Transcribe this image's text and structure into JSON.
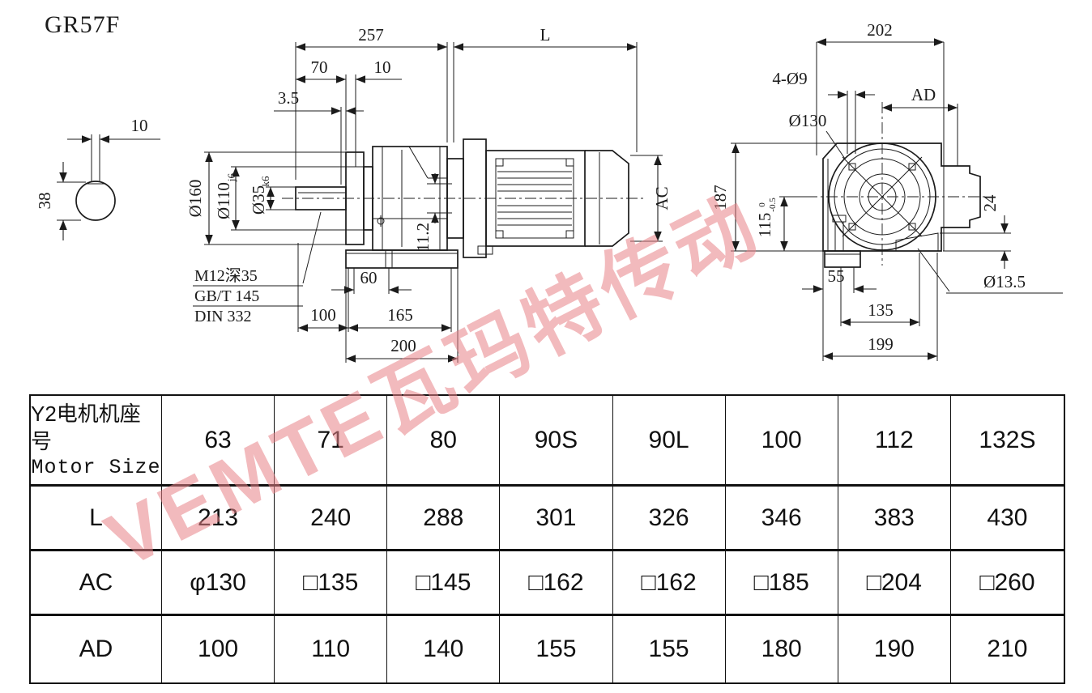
{
  "title": "GR57F",
  "watermark": "VEMTE瓦玛特传动",
  "shaft_section": {
    "dim_width": "10",
    "dim_height": "38"
  },
  "side_view": {
    "dim_total": "257",
    "dim_motor": "L",
    "dim_70": "70",
    "dim_10": "10",
    "dim_35": "3.5",
    "dia_flange": "Ø160",
    "dia_spigot": "Ø110",
    "dia_spigot_fit": "j6",
    "dia_shaft": "Ø35",
    "dia_shaft_fit": "k6",
    "note_1": "M12深35",
    "note_2": "GB/T 145",
    "note_3": "DIN 332",
    "dim_60": "60",
    "dim_100": "100",
    "dim_165": "165",
    "dim_200": "200",
    "dim_112": "11.2",
    "dim_ac": "AC"
  },
  "front_view": {
    "dim_202": "202",
    "dim_holes": "4-Ø9",
    "dim_ad": "AD",
    "dia_130": "Ø130",
    "dim_187": "187",
    "dim_115": "115",
    "tol_up": "0",
    "tol_low": "-0.5",
    "dim_24": "24",
    "dim_55": "55",
    "dia_13_5": "Ø13.5",
    "dim_135": "135",
    "dim_199": "199"
  },
  "table": {
    "header": {
      "label_cn": "Y2电机机座号",
      "label_en": "Motor Size",
      "sizes": [
        "63",
        "71",
        "80",
        "90S",
        "90L",
        "100",
        "112",
        "132S"
      ]
    },
    "rows": [
      {
        "label": "L",
        "values": [
          "213",
          "240",
          "288",
          "301",
          "326",
          "346",
          "383",
          "430"
        ]
      },
      {
        "label": "AC",
        "values": [
          "φ130",
          "□135",
          "□145",
          "□162",
          "□162",
          "□185",
          "□204",
          "□260"
        ]
      },
      {
        "label": "AD",
        "values": [
          "100",
          "110",
          "140",
          "155",
          "155",
          "180",
          "190",
          "210"
        ]
      }
    ]
  }
}
